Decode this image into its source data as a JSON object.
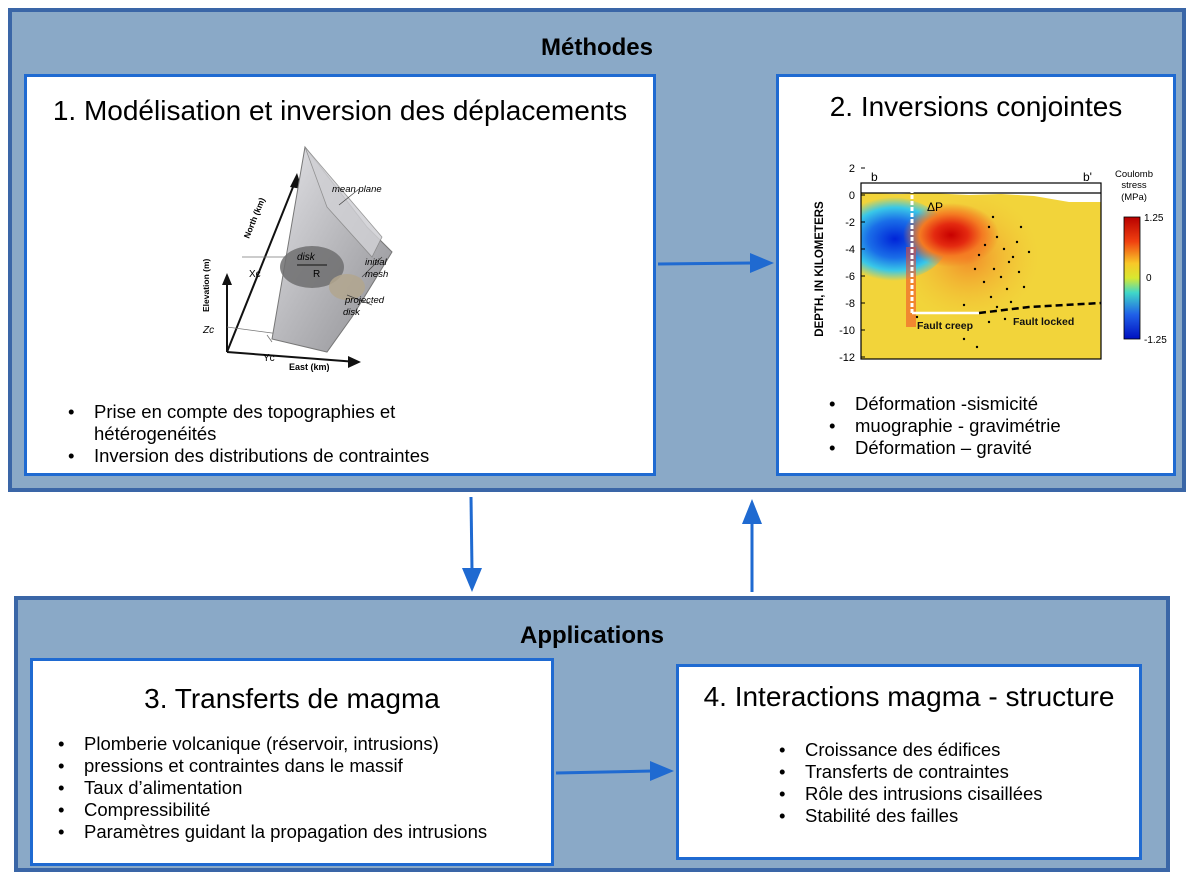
{
  "methods": {
    "title": "Méthodes",
    "panel1": {
      "title": "1. Modélisation et inversion des déplacements",
      "bullets": [
        "Prise en compte des topographies et hétérogenéités",
        "Inversion des distributions de contraintes"
      ],
      "figure": {
        "mean_plane": "mean plane",
        "north": "North (km)",
        "elevation": "Elevation (m)",
        "east": "East (km)",
        "xc": "Xc",
        "yc": "Yc",
        "zc": "Zc",
        "disk": "disk",
        "r": "R",
        "initial": "initial",
        "mesh": "mesh",
        "projected": "projected",
        "disk2": "disk"
      }
    },
    "panel2": {
      "title": "2. Inversions conjointes",
      "bullets": [
        "Déformation -sismicité",
        "muographie - gravimétrie",
        "Déformation – gravité"
      ],
      "figure": {
        "ylabel": "DEPTH, IN KILOMETERS",
        "yticks": [
          "2",
          "0",
          "-2",
          "-4",
          "-6",
          "-8",
          "-10",
          "-12"
        ],
        "label_b": "b",
        "label_b2": "b'",
        "delta_p": "ΔP",
        "fault_creep": "Fault creep",
        "fault_locked": "Fault locked",
        "cb_title1": "Coulomb",
        "cb_title2": "stress",
        "cb_title3": "(MPa)",
        "cb_ticks": [
          "1.25",
          "0",
          "-1.25"
        ]
      }
    }
  },
  "applications": {
    "title": "Applications",
    "panel3": {
      "title": "3. Transferts de magma",
      "bullets": [
        "Plomberie volcanique (réservoir, intrusions)",
        "pressions et contraintes dans le massif",
        "Taux d’alimentation",
        "Compressibilité",
        "Paramètres guidant la propagation des intrusions"
      ]
    },
    "panel4": {
      "title": "4. Interactions magma - structure",
      "bullets": [
        "Croissance des édifices",
        "Transferts de contraintes",
        "Rôle des intrusions cisaillées",
        "Stabilité des failles"
      ]
    }
  },
  "colors": {
    "section_bg": "#8aa9c7",
    "section_border": "#3a66a7",
    "panel_border": "#1f6ad1",
    "arrow": "#1f6ad1"
  }
}
